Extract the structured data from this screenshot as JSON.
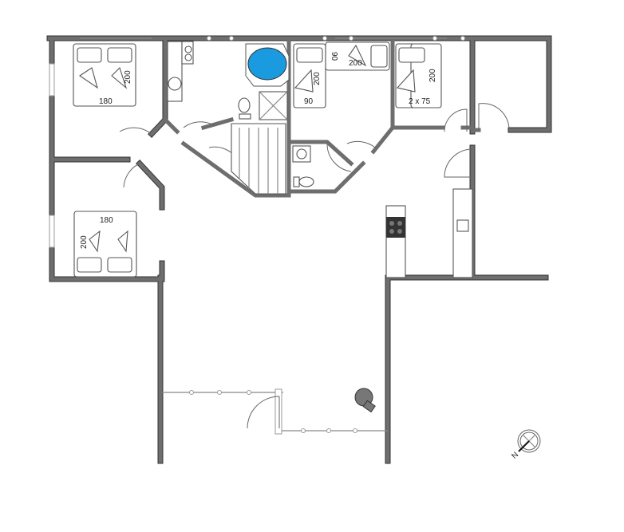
{
  "floorplan": {
    "beds": {
      "master_top": {
        "width": "180",
        "length": "200"
      },
      "master_bottom": {
        "width": "180",
        "length": "200"
      },
      "single": {
        "width": "90",
        "length": "200"
      },
      "sofa_bed": {
        "width": "90",
        "length": "200"
      },
      "twin": {
        "width": "2 x 75",
        "length": "200"
      }
    },
    "compass": {
      "label": "N"
    },
    "colors": {
      "wall": "#6e6e6e",
      "bathtub": "#1a9be0",
      "stove": "#333333"
    }
  }
}
